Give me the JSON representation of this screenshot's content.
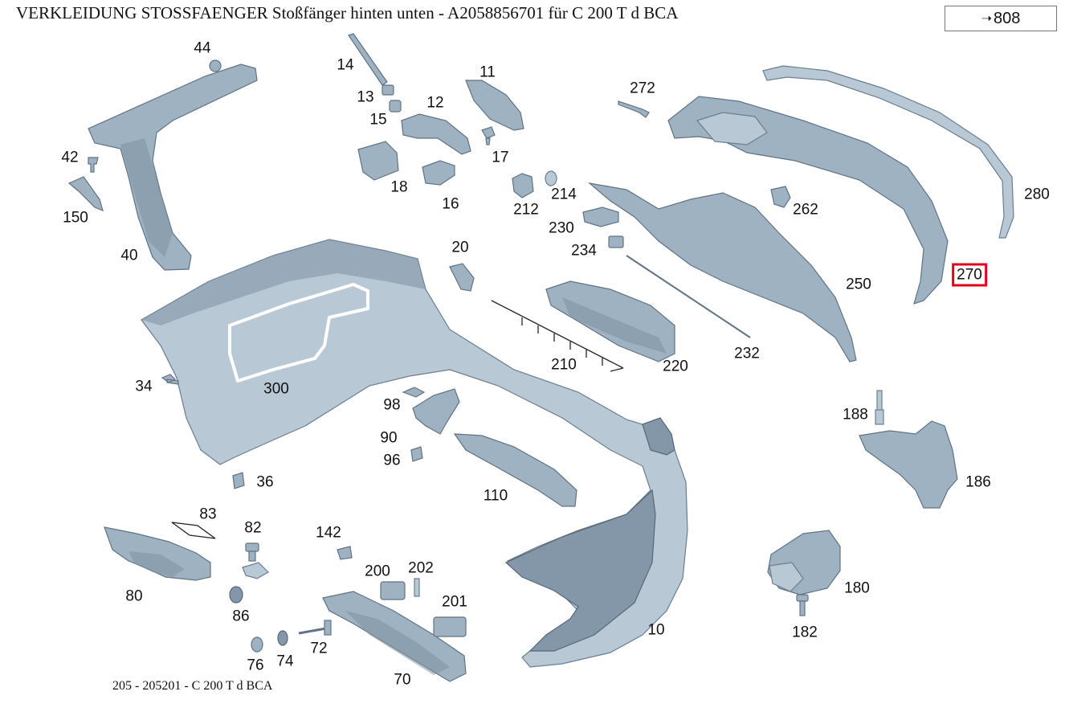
{
  "header": {
    "title": "VERKLEIDUNG STOSSFAENGER Stoßfänger hinten unten - A2058856701 für C 200 T d BCA",
    "reference_label": "808",
    "reference_icon": "arrow-right-icon"
  },
  "footer": {
    "text": "205 - 205201 - C 200 T d BCA"
  },
  "highlight_color": "#e1001a",
  "part_fill_color": "#9fb2c2",
  "highlighted_part": "270",
  "labels": {
    "p44": "44",
    "p14": "14",
    "p11": "11",
    "p272": "272",
    "p13": "13",
    "p12": "12",
    "p15": "15",
    "p17": "17",
    "p42": "42",
    "p18": "18",
    "p16": "16",
    "p212": "212",
    "p214": "214",
    "p262": "262",
    "p280": "280",
    "p150": "150",
    "p230": "230",
    "p40": "40",
    "p234": "234",
    "p20": "20",
    "p270": "270",
    "p250": "250",
    "p232": "232",
    "p210": "210",
    "p220": "220",
    "p34": "34",
    "p300": "300",
    "p98": "98",
    "p188": "188",
    "p90": "90",
    "p96": "96",
    "p186": "186",
    "p36": "36",
    "p110": "110",
    "p83": "83",
    "p82": "82",
    "p142": "142",
    "p202": "202",
    "p200": "200",
    "p180": "180",
    "p80": "80",
    "p201": "201",
    "p86": "86",
    "p10": "10",
    "p182": "182",
    "p72": "72",
    "p74": "74",
    "p76": "76",
    "p70": "70"
  }
}
